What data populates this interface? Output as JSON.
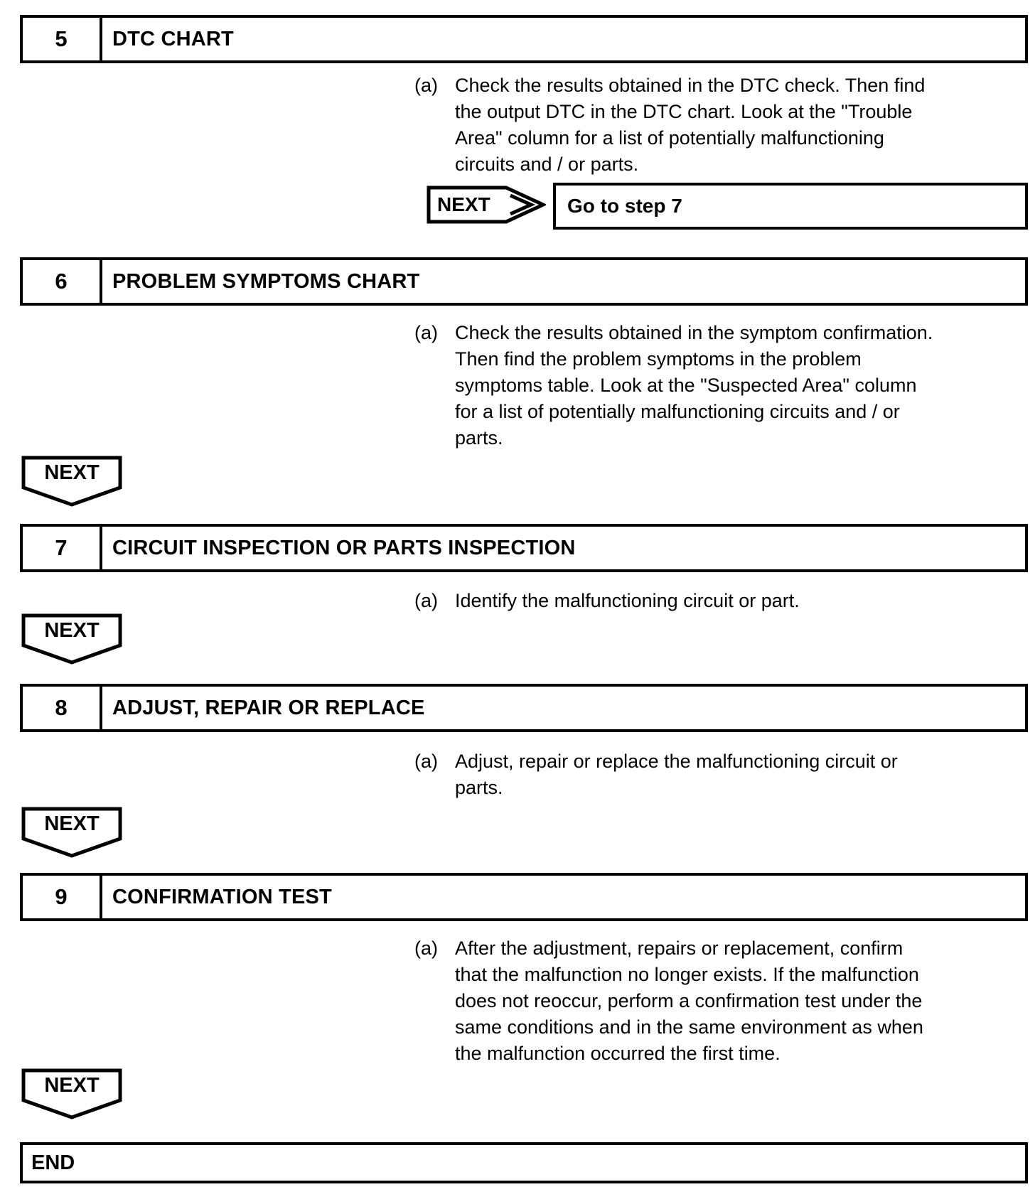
{
  "page": {
    "next_label": "NEXT",
    "end_label": "END",
    "colors": {
      "ink": "#000000",
      "paper": "#ffffff"
    },
    "steps": [
      {
        "number": "5",
        "title": "DTC CHART",
        "item_label": "(a)",
        "lines": [
          "Check the results obtained in the DTC check. Then find",
          "the output DTC in the DTC chart. Look at the \"Trouble",
          "Area\" column for a list of potentially malfunctioning",
          "circuits and / or parts."
        ],
        "result": {
          "label": "NEXT",
          "action": "Go to step 7"
        }
      },
      {
        "number": "6",
        "title": "PROBLEM SYMPTOMS CHART",
        "item_label": "(a)",
        "lines": [
          "Check the results obtained in the symptom confirmation.",
          "Then find the problem symptoms in the problem",
          "symptoms table. Look at the \"Suspected Area\" column",
          "for a list of potentially malfunctioning circuits and / or",
          "parts."
        ]
      },
      {
        "number": "7",
        "title": "CIRCUIT INSPECTION OR PARTS INSPECTION",
        "item_label": "(a)",
        "lines": [
          "Identify the malfunctioning circuit or part."
        ]
      },
      {
        "number": "8",
        "title": "ADJUST, REPAIR OR REPLACE",
        "item_label": "(a)",
        "lines": [
          "Adjust, repair or replace the malfunctioning circuit or",
          "parts."
        ]
      },
      {
        "number": "9",
        "title": "CONFIRMATION TEST",
        "item_label": "(a)",
        "lines": [
          "After the adjustment, repairs or replacement, confirm",
          "that the malfunction no longer exists. If the malfunction",
          "does not reoccur, perform a confirmation test under the",
          "same conditions and in the same environment as when",
          "the malfunction occurred the first time."
        ]
      }
    ]
  }
}
